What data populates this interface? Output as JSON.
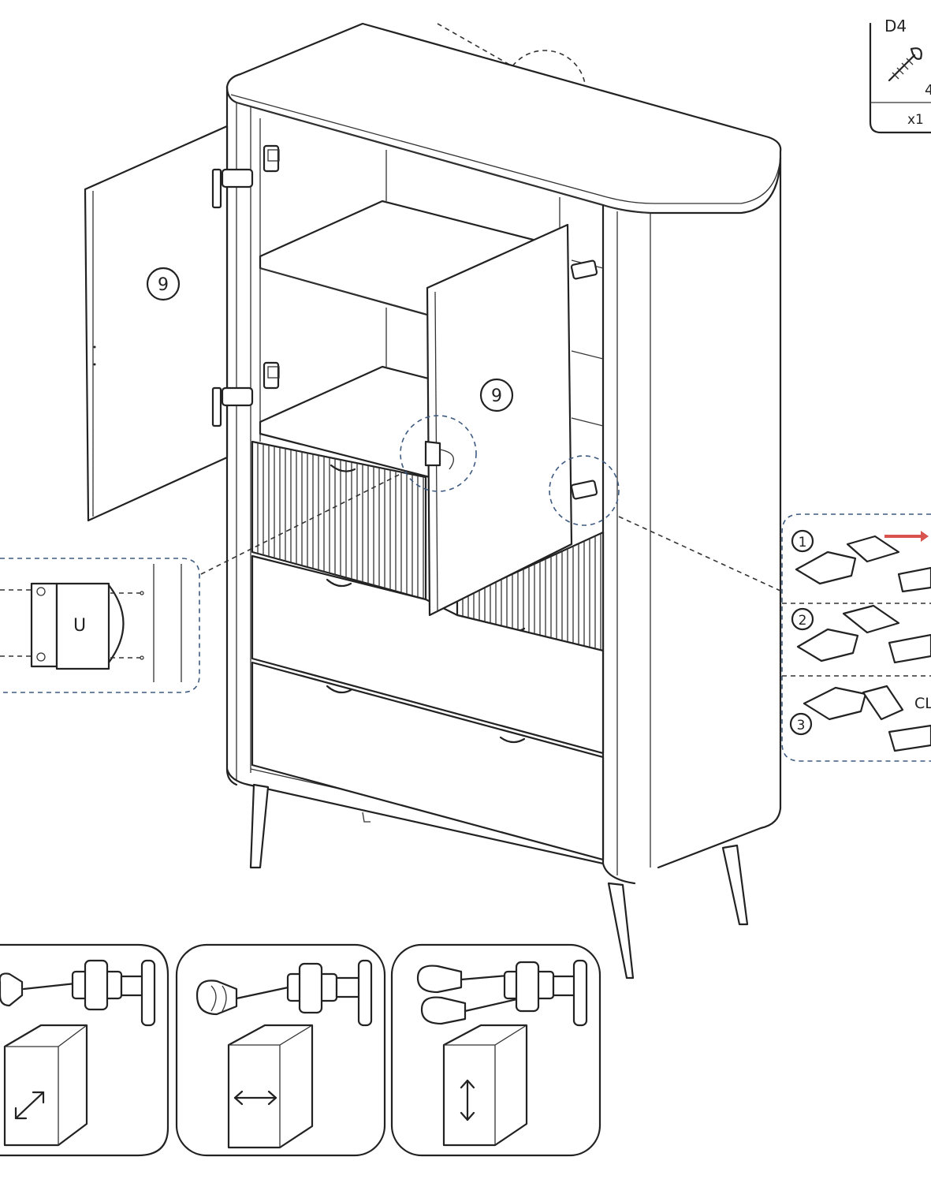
{
  "parts_box": {
    "code": "D4",
    "quantity": "x1",
    "partial_size": "4"
  },
  "panel_labels": {
    "left_door": "9",
    "right_door": "9"
  },
  "handle_detail": {
    "label": "U"
  },
  "hinge_steps": [
    {
      "number": "1"
    },
    {
      "number": "2"
    },
    {
      "number": "3",
      "caption": "CL"
    }
  ],
  "colors": {
    "line": "#222222",
    "detail_border": "#3d5a80",
    "arrow": "#d9534f"
  },
  "icons": [
    "screw-icon",
    "hinge-icon",
    "screwdriver-icon",
    "double-arrow-icon"
  ]
}
